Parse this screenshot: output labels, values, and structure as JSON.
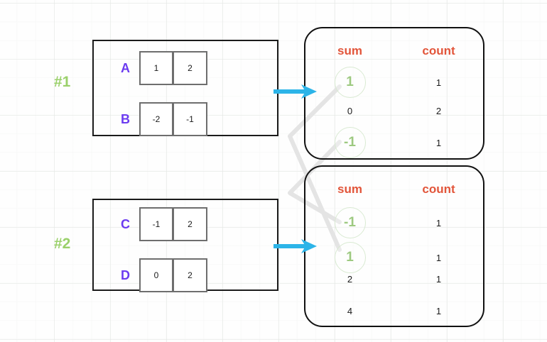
{
  "diagram": {
    "title": "sum-count aggregation merge diagram",
    "colors": {
      "group_label": "#9ad06a",
      "row_letter": "#6b3bf0",
      "table_header": "#e2553a",
      "highlight_value": "#7cb756",
      "arrow": "#2cb4e8",
      "connector": "#e3e3e3",
      "border": "#111111",
      "cell_border": "#6e6e6e",
      "grid": "#e1e4e1"
    },
    "groups": [
      {
        "label": "#1",
        "rows": [
          {
            "letter": "A",
            "cells": [
              "1",
              "2"
            ]
          },
          {
            "letter": "B",
            "cells": [
              "-2",
              "-1"
            ]
          }
        ]
      },
      {
        "label": "#2",
        "rows": [
          {
            "letter": "C",
            "cells": [
              "-1",
              "2"
            ]
          },
          {
            "letter": "D",
            "cells": [
              "0",
              "2"
            ]
          }
        ]
      }
    ],
    "tables": [
      {
        "name": "table-1",
        "headers": {
          "sum": "sum",
          "count": "count"
        },
        "rows": [
          {
            "sum": "1",
            "count": "1",
            "highlighted": true
          },
          {
            "sum": "0",
            "count": "2",
            "highlighted": false
          },
          {
            "sum": "-1",
            "count": "1",
            "highlighted": true
          }
        ]
      },
      {
        "name": "table-2",
        "headers": {
          "sum": "sum",
          "count": "count"
        },
        "rows": [
          {
            "sum": "-1",
            "count": "1",
            "highlighted": true
          },
          {
            "sum": "1",
            "count": "1",
            "highlighted": true
          },
          {
            "sum": "2",
            "count": "1",
            "highlighted": false
          },
          {
            "sum": "4",
            "count": "1",
            "highlighted": false
          }
        ]
      }
    ],
    "arrows": [
      {
        "name": "arrow-group1-to-table1",
        "from": "block-1",
        "to": "panel-1"
      },
      {
        "name": "arrow-group2-to-table2",
        "from": "block-2",
        "to": "panel-2"
      }
    ],
    "connectors": [
      {
        "name": "connector-sum-1",
        "from": "table-1 sum 1",
        "to": "table-2 sum 1"
      },
      {
        "name": "connector-sum-neg1",
        "from": "table-1 sum -1",
        "to": "table-2 sum -1"
      }
    ]
  }
}
